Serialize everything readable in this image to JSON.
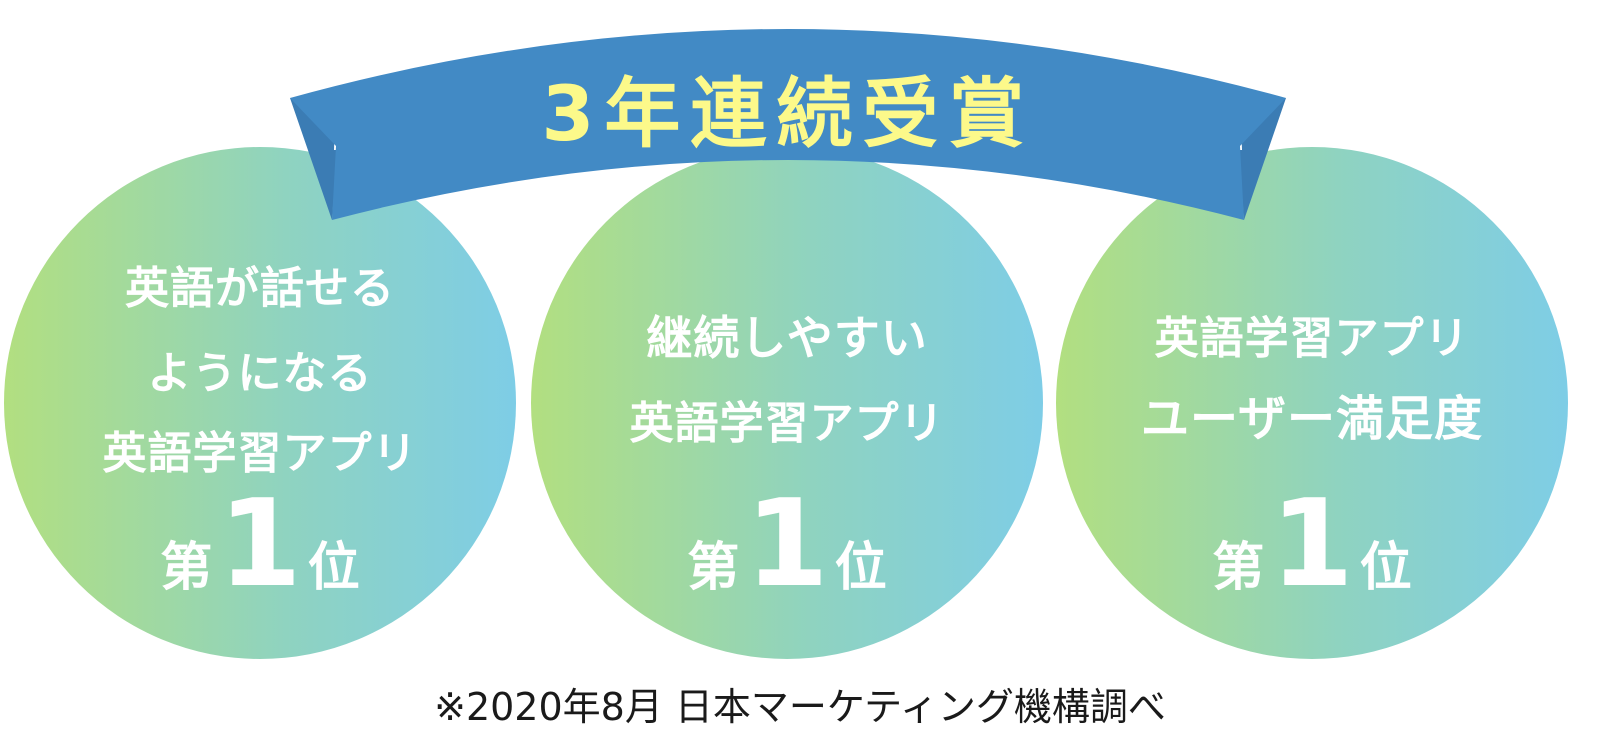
{
  "banner": {
    "title": "3年連続受賞",
    "colors": {
      "ribbon": "#428ac5",
      "ribbon_fold": "#3b7cb4",
      "text": "#fcf98a"
    }
  },
  "awards": [
    {
      "lines": [
        "英語が話せる",
        "ようになる",
        "英語学習アプリ"
      ],
      "rank_prefix": "第",
      "rank_number": "1",
      "rank_suffix": "位"
    },
    {
      "lines": [
        "継続しやすい",
        "英語学習アプリ"
      ],
      "rank_prefix": "第",
      "rank_number": "1",
      "rank_suffix": "位"
    },
    {
      "lines": [
        "英語学習アプリ",
        "ユーザー満足度"
      ],
      "rank_prefix": "第",
      "rank_number": "1",
      "rank_suffix": "位"
    }
  ],
  "circle_colors": {
    "left": "#b2df80",
    "right": "#7ecde6"
  },
  "footnote": "※2020年8月 日本マーケティング機構調べ"
}
